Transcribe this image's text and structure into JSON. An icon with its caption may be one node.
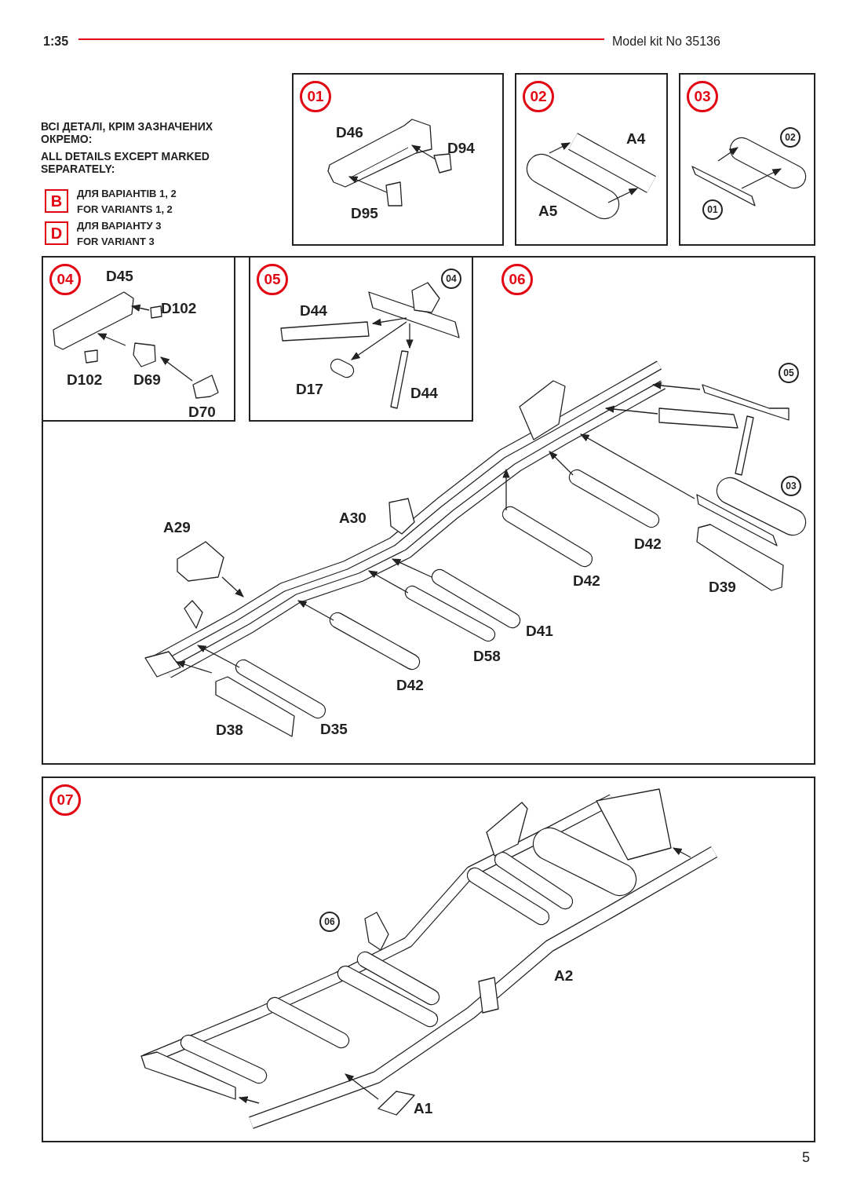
{
  "diagram": {
    "nodes": [
      {
        "text": [
          "01"
        ]
      },
      {
        "text": [
          "02"
        ]
      },
      {
        "text": [
          "03"
        ]
      },
      {
        "text": [
          "02"
        ],
        "in": 2
      },
      {
        "text": [
          "01"
        ],
        "in": 2
      },
      {
        "text": [
          "04"
        ],
        "in": 8
      },
      {
        "text": [
          "05"
        ],
        "in": 8
      },
      {
        "text": [
          "04"
        ],
        "in": 6
      },
      {
        "text": [
          "06"
        ]
      },
      {
        "text": [
          "05"
        ],
        "in": 8
      },
      {
        "text": [
          "03"
        ],
        "in": 8
      },
      {
        "text": [
          "07"
        ]
      },
      {
        "text": [
          "06"
        ],
        "in": 11
      },
      {
        "text": [
          "B"
        ],
        "beside": [
          "ДЛЯ ВАРІАНТІВ 1, 2",
          "FOR VARIANTS 1, 2"
        ]
      },
      {
        "text": [
          "D"
        ],
        "beside": [
          "ДЛЯ ВАРІАНТУ 3",
          "FOR VARIANT 3"
        ]
      }
    ],
    "labels": [
      "1:35",
      "Model kit No 35136",
      "ВСІ ДЕТАЛІ, КРІМ ЗАЗНАЧЕНИХ ОКРЕМО:",
      "ALL DETAILS EXCEPT MARKED SEPARATELY:",
      "D46",
      "D94",
      "D95",
      "A4",
      "A5",
      "D45",
      "D102",
      "D102",
      "D69",
      "D70",
      "D44",
      "D17",
      "D44",
      "A29",
      "A30",
      "D42",
      "D42",
      "D39",
      "D41",
      "D58",
      "D42",
      "D38",
      "D35",
      "A2",
      "A1",
      "5"
    ]
  }
}
